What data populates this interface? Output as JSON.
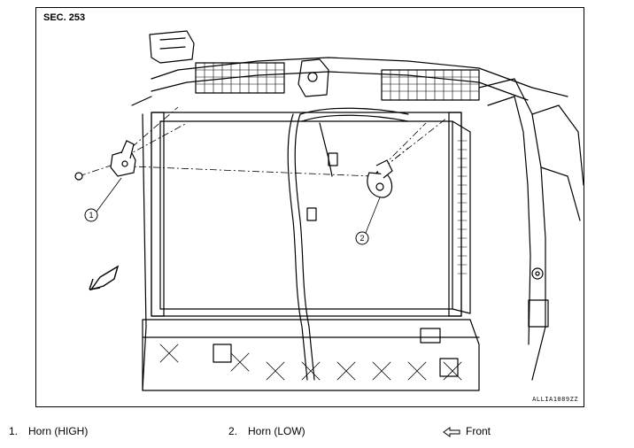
{
  "section_label": "SEC. 253",
  "figure_code": "ALLIA1089ZZ",
  "callouts": {
    "one": "1",
    "two": "2"
  },
  "legend": [
    {
      "number": "1.",
      "label": "Horn (HIGH)"
    },
    {
      "number": "2.",
      "label": "Horn (LOW)"
    },
    {
      "number": "",
      "label": "Front",
      "icon": "front-arrow-icon"
    }
  ]
}
